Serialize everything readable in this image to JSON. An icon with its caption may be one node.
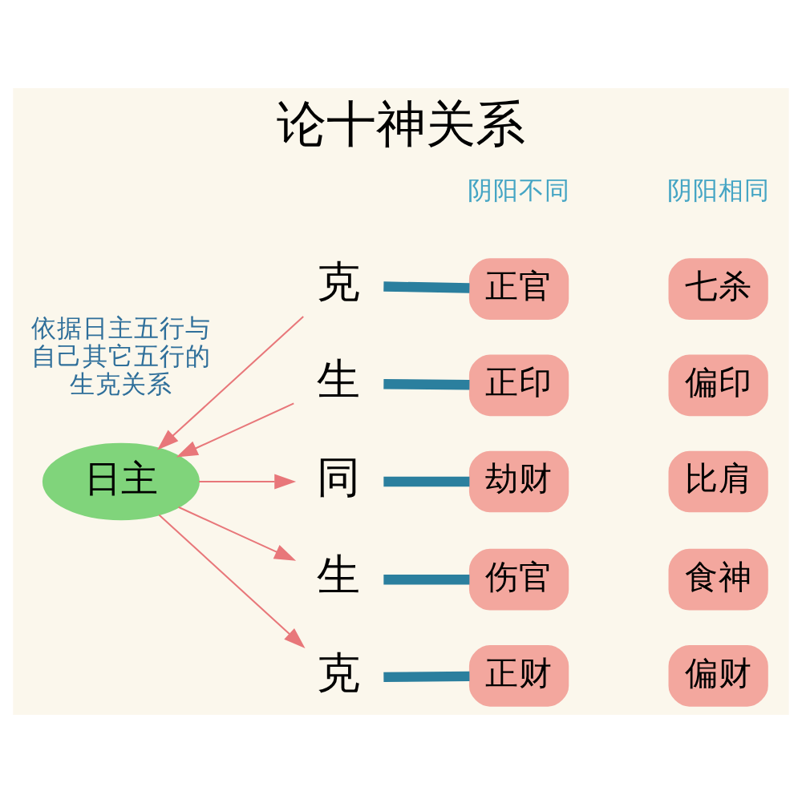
{
  "diagram": {
    "title": "论十神关系",
    "nodes": [
      {
        "text": [
          "日主"
        ]
      },
      {
        "text": [
          "克"
        ]
      },
      {
        "text": [
          "生"
        ]
      },
      {
        "text": [
          "同"
        ]
      },
      {
        "text": [
          "生"
        ]
      },
      {
        "text": [
          "克"
        ]
      },
      {
        "text": [
          "正官"
        ]
      },
      {
        "text": [
          "七杀"
        ]
      },
      {
        "text": [
          "正印"
        ]
      },
      {
        "text": [
          "偏印"
        ]
      },
      {
        "text": [
          "劫财"
        ]
      },
      {
        "text": [
          "比肩"
        ]
      },
      {
        "text": [
          "伤官"
        ]
      },
      {
        "text": [
          "食神"
        ]
      },
      {
        "text": [
          "正财"
        ]
      },
      {
        "text": [
          "偏财"
        ]
      }
    ],
    "edges": [
      {
        "from": 1,
        "to": 0,
        "arrow": "to",
        "color": "#e8777a"
      },
      {
        "from": 2,
        "to": 0,
        "arrow": "to",
        "color": "#e8777a"
      },
      {
        "from": 0,
        "to": 3,
        "arrow": "to",
        "color": "#e8777a"
      },
      {
        "from": 0,
        "to": 4,
        "arrow": "to",
        "color": "#e8777a"
      },
      {
        "from": 0,
        "to": 5,
        "arrow": "to",
        "color": "#e8777a"
      },
      {
        "from": 1,
        "to": 6,
        "arrow": "none",
        "style": "thick",
        "color": "#2b7f9e"
      },
      {
        "from": 2,
        "to": 8,
        "arrow": "none",
        "style": "thick",
        "color": "#2b7f9e"
      },
      {
        "from": 3,
        "to": 10,
        "arrow": "none",
        "style": "thick",
        "color": "#2b7f9e"
      },
      {
        "from": 4,
        "to": 12,
        "arrow": "none",
        "style": "thick",
        "color": "#2b7f9e"
      },
      {
        "from": 5,
        "to": 14,
        "arrow": "none",
        "style": "thick",
        "color": "#2b7f9e"
      }
    ],
    "labels": [
      "依据日主五行与自己其它五行的生克关系",
      "阴阳不同",
      "阴阳相同"
    ]
  }
}
